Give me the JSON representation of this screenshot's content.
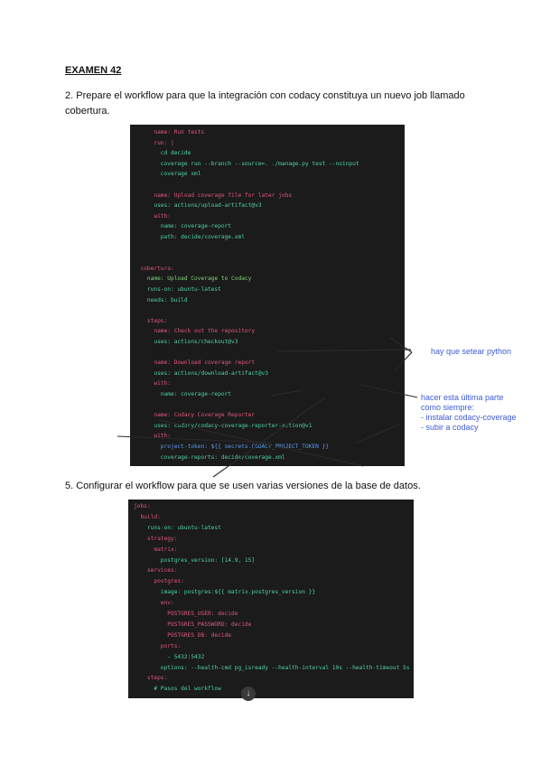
{
  "page_title": "EXAMEN 42",
  "questions": {
    "q2": "2. Prepare el workflow para que la integración con codacy constituya un nuevo job llamado cobertura.",
    "q5": "5. Configurar el workflow para que se usen varias versiones de la base de datos."
  },
  "code_block_1": [
    {
      "text": "      name: Run tests",
      "indent": 0,
      "style": "key"
    },
    {
      "text": "      run: |",
      "indent": 0,
      "style": "key"
    },
    {
      "text": "        cd decide",
      "indent": 0,
      "style": "val"
    },
    {
      "text": "        coverage run --branch --source=. ./manage.py test --noinput",
      "indent": 0,
      "style": "val"
    },
    {
      "text": "        coverage xml",
      "indent": 0,
      "style": "val"
    },
    {
      "text": "",
      "indent": 0,
      "style": "val"
    },
    {
      "text": "      name: Upload coverage file for later jobs",
      "indent": 0,
      "style": "key"
    },
    {
      "text": "      uses: actions/upload-artifact@v3",
      "indent": 0,
      "style": "val"
    },
    {
      "text": "      with:",
      "indent": 0,
      "style": "key"
    },
    {
      "text": "        name: coverage-report",
      "indent": 0,
      "style": "val"
    },
    {
      "text": "        path: decide/coverage.xml",
      "indent": 0,
      "style": "val"
    },
    {
      "text": "",
      "indent": 0,
      "style": "val"
    },
    {
      "text": "",
      "indent": 0,
      "style": "val"
    },
    {
      "text": "  cobertura:",
      "indent": 0,
      "style": "key"
    },
    {
      "text": "    name: Upload Coverage to Codacy",
      "indent": 0,
      "style": "str"
    },
    {
      "text": "    runs-on: ubuntu-latest",
      "indent": 0,
      "style": "val"
    },
    {
      "text": "    needs: build",
      "indent": 0,
      "style": "val"
    },
    {
      "text": "",
      "indent": 0,
      "style": "val"
    },
    {
      "text": "    steps:",
      "indent": 0,
      "style": "key"
    },
    {
      "text": "      name: Check out the repository",
      "indent": 0,
      "style": "key"
    },
    {
      "text": "      uses: actions/checkout@v3",
      "indent": 0,
      "style": "val"
    },
    {
      "text": "",
      "indent": 0,
      "style": "val"
    },
    {
      "text": "      name: Download coverage report",
      "indent": 0,
      "style": "key"
    },
    {
      "text": "      uses: actions/download-artifact@v3",
      "indent": 0,
      "style": "val"
    },
    {
      "text": "      with:",
      "indent": 0,
      "style": "key"
    },
    {
      "text": "        name: coverage-report",
      "indent": 0,
      "style": "val"
    },
    {
      "text": "",
      "indent": 0,
      "style": "val"
    },
    {
      "text": "      name: Codacy Coverage Reporter",
      "indent": 0,
      "style": "key"
    },
    {
      "text": "      uses: codacy/codacy-coverage-reporter-action@v1",
      "indent": 0,
      "style": "val"
    },
    {
      "text": "      with:",
      "indent": 0,
      "style": "key"
    },
    {
      "text": "        project-token: ${{ secrets.CODACY_PROJECT_TOKEN }}",
      "indent": 0,
      "style": "blue"
    },
    {
      "text": "        coverage-reports: decide/coverage.xml",
      "indent": 0,
      "style": "val"
    }
  ],
  "code_block_2": [
    {
      "text": "jobs:",
      "style": "key"
    },
    {
      "text": "  build:",
      "style": "key"
    },
    {
      "text": "    runs-on: ubuntu-latest",
      "style": "val"
    },
    {
      "text": "    strategy:",
      "style": "key"
    },
    {
      "text": "      matrix:",
      "style": "key"
    },
    {
      "text": "        postgres_version: [14.9, 15]",
      "style": "val"
    },
    {
      "text": "    services:",
      "style": "key"
    },
    {
      "text": "      postgres:",
      "style": "key"
    },
    {
      "text": "        image: postgres:${{ matrix.postgres_version }}",
      "style": "val"
    },
    {
      "text": "        env:",
      "style": "key"
    },
    {
      "text": "          POSTGRES_USER: decide",
      "style": "key"
    },
    {
      "text": "          POSTGRES_PASSWORD: decide",
      "style": "key"
    },
    {
      "text": "          POSTGRES_DB: decide",
      "style": "key"
    },
    {
      "text": "        ports:",
      "style": "key"
    },
    {
      "text": "          - 5432:5432",
      "style": "val"
    },
    {
      "text": "        options: --health-cmd pg_isready --health-interval 10s --health-timeout 5s",
      "style": "val"
    },
    {
      "text": "    steps:",
      "style": "key"
    },
    {
      "text": "      # Pasos del workflow",
      "style": "val"
    }
  ],
  "annotations": {
    "python": "hay que setear python",
    "codacy_lines": [
      "hacer esta última parte",
      "como siempre:",
      "- instalar codacy-coverage",
      "- subir a codacy"
    ]
  },
  "scroll_button_glyph": "↓",
  "colors": {
    "code_bg": "#1b1b1b",
    "key": "#e0567a",
    "value": "#4fd1a5",
    "string": "#7fd37a",
    "annotation": "#3d5bd8"
  }
}
